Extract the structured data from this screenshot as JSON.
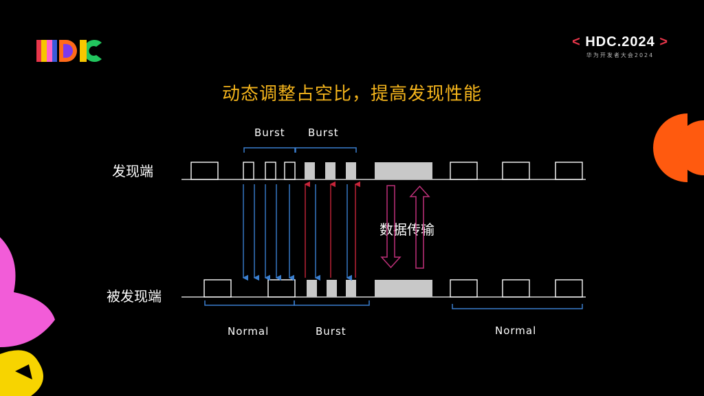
{
  "slide_title": "动态调整占空比，提高发现性能",
  "badge": {
    "open": "<",
    "text": "HDC.2024",
    "close": ">",
    "subtitle": "华为开发者大会2024"
  },
  "diagram": {
    "row_discoverer": "发现端",
    "row_discovered": "被发现端",
    "top_brace_labels": [
      "Burst",
      "Burst"
    ],
    "bottom_brace_labels": [
      "Normal",
      "Burst",
      "Normal"
    ],
    "transfer_label": "数据传输"
  },
  "colors": {
    "accent_title": "#f5b51c",
    "arrow_blue": "#3a7fd0",
    "arrow_red": "#c7253a",
    "transfer_arrow": "#c0317a",
    "brace": "#3a7fd0",
    "filled_block": "#c8c8c8"
  }
}
